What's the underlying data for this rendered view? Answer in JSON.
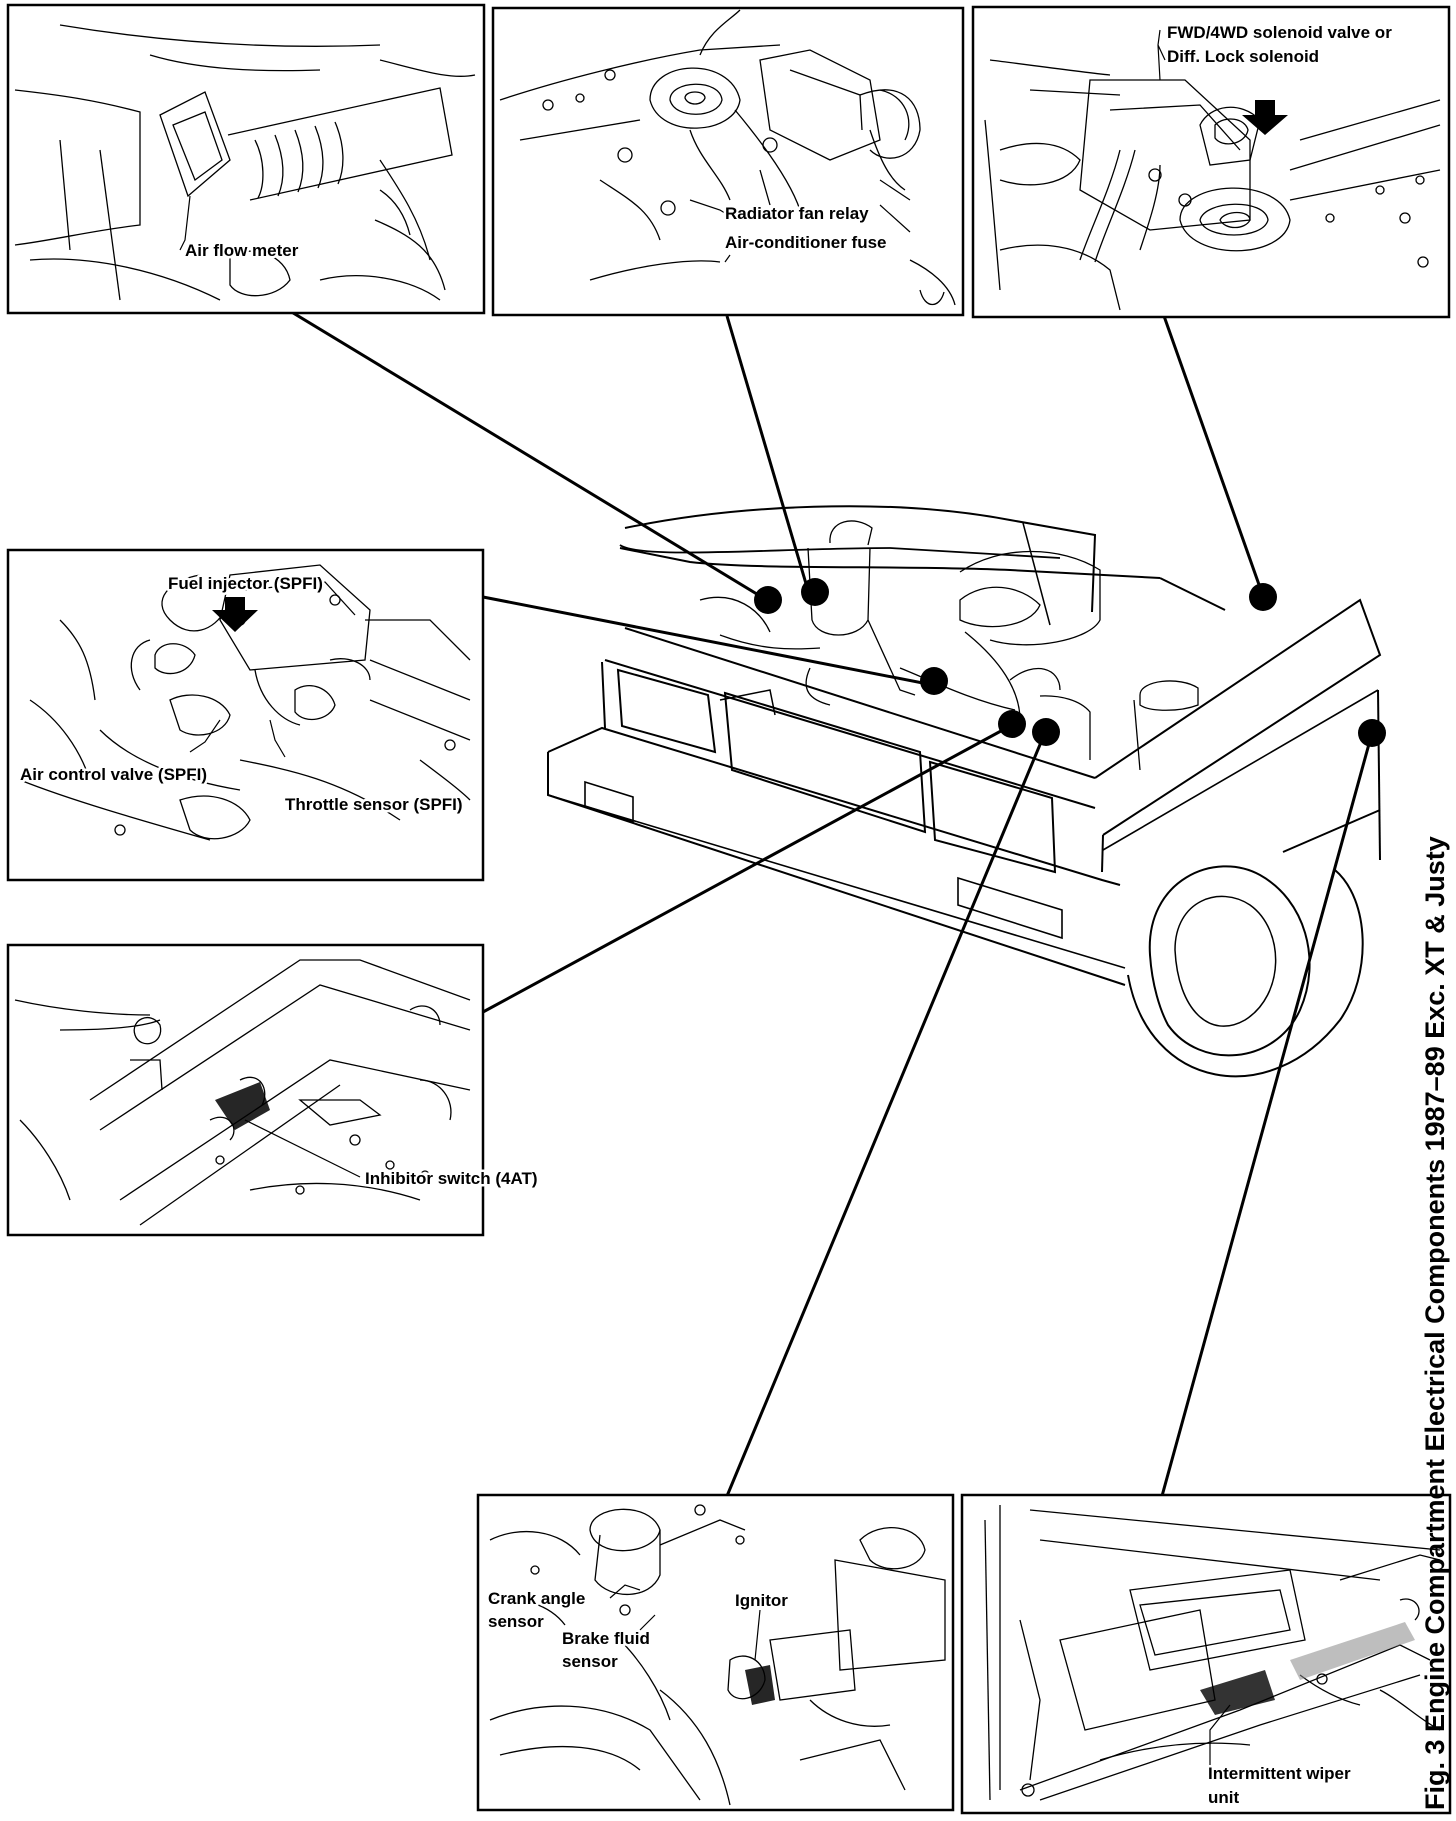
{
  "figure_caption": "Fig. 3 Engine Compartment Electrical Components 1987–89 Exc. XT & Justy",
  "panels": {
    "air_flow_meter": {
      "labels": [
        "Air flow meter"
      ]
    },
    "radiator_fan": {
      "labels": [
        "Radiator fan relay",
        "Air-conditioner fuse"
      ]
    },
    "solenoid": {
      "labels": [
        "FWD/4WD solenoid valve or",
        "Diff. Lock solenoid"
      ]
    },
    "spfi": {
      "labels": [
        "Fuel injector (SPFI)",
        "Air control valve (SPFI)",
        "Throttle sensor (SPFI)"
      ]
    },
    "inhibitor": {
      "labels": [
        "Inhibitor switch (4AT)"
      ]
    },
    "crank": {
      "labels": [
        "Crank angle",
        "sensor",
        "Brake fluid",
        "sensor",
        "Ignitor"
      ]
    },
    "wiper": {
      "labels": [
        "Intermittent wiper",
        "unit"
      ]
    }
  },
  "colors": {
    "ink": "#000000",
    "paper": "#ffffff"
  }
}
